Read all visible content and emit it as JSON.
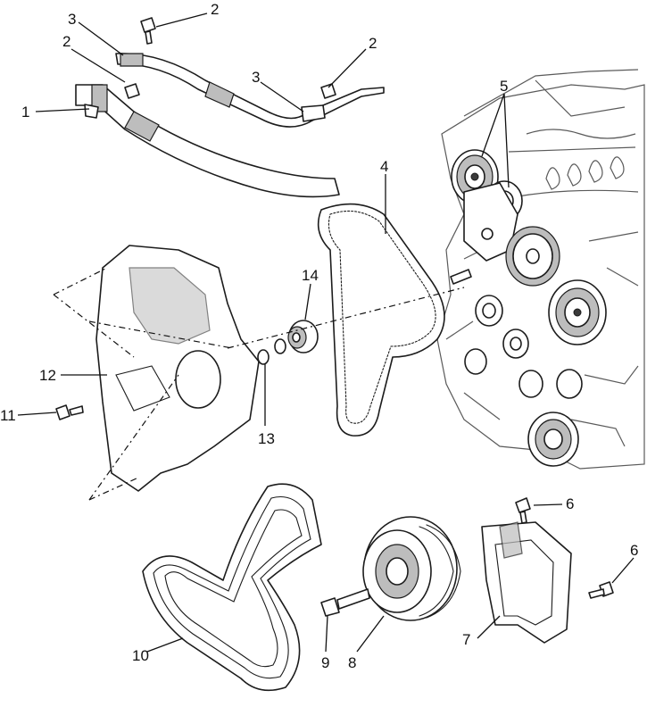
{
  "callouts": [
    {
      "id": "c1",
      "text": "1"
    },
    {
      "id": "c2a",
      "text": "2"
    },
    {
      "id": "c2b",
      "text": "2"
    },
    {
      "id": "c2c",
      "text": "2"
    },
    {
      "id": "c3a",
      "text": "3"
    },
    {
      "id": "c3b",
      "text": "3"
    },
    {
      "id": "c4",
      "text": "4"
    },
    {
      "id": "c5",
      "text": "5"
    },
    {
      "id": "c6a",
      "text": "6"
    },
    {
      "id": "c6b",
      "text": "6"
    },
    {
      "id": "c7",
      "text": "7"
    },
    {
      "id": "c8",
      "text": "8"
    },
    {
      "id": "c9",
      "text": "9"
    },
    {
      "id": "c10",
      "text": "10"
    },
    {
      "id": "c11",
      "text": "11"
    },
    {
      "id": "c12",
      "text": "12"
    },
    {
      "id": "c13",
      "text": "13"
    },
    {
      "id": "c14",
      "text": "14"
    }
  ]
}
